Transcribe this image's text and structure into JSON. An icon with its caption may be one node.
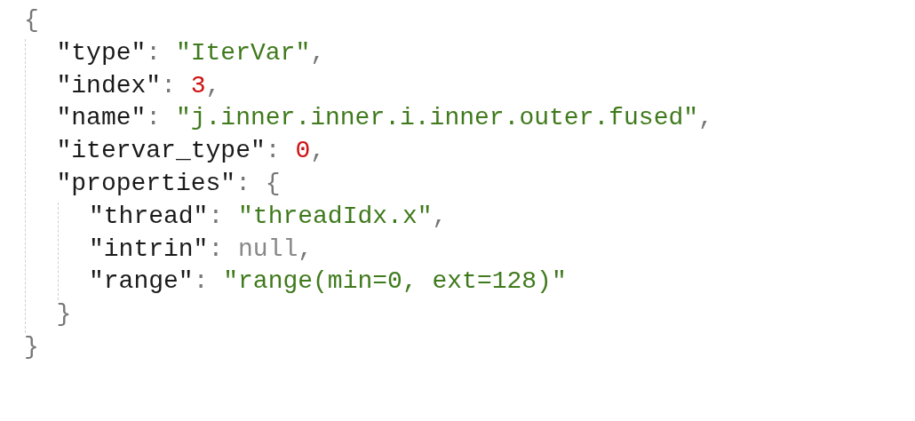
{
  "diagram": {
    "labels": [
      "{",
      "\"type\": \"IterVar\",",
      "\"index\": 3,",
      "\"name\": \"j.inner.inner.i.inner.outer.fused\",",
      "\"itervar_type\": 0,",
      "\"properties\": {",
      "\"thread\": \"threadIdx.x\",",
      "\"intrin\": null,",
      "\"range\": \"range(min=0, ext=128)\"",
      "}",
      "}"
    ]
  }
}
